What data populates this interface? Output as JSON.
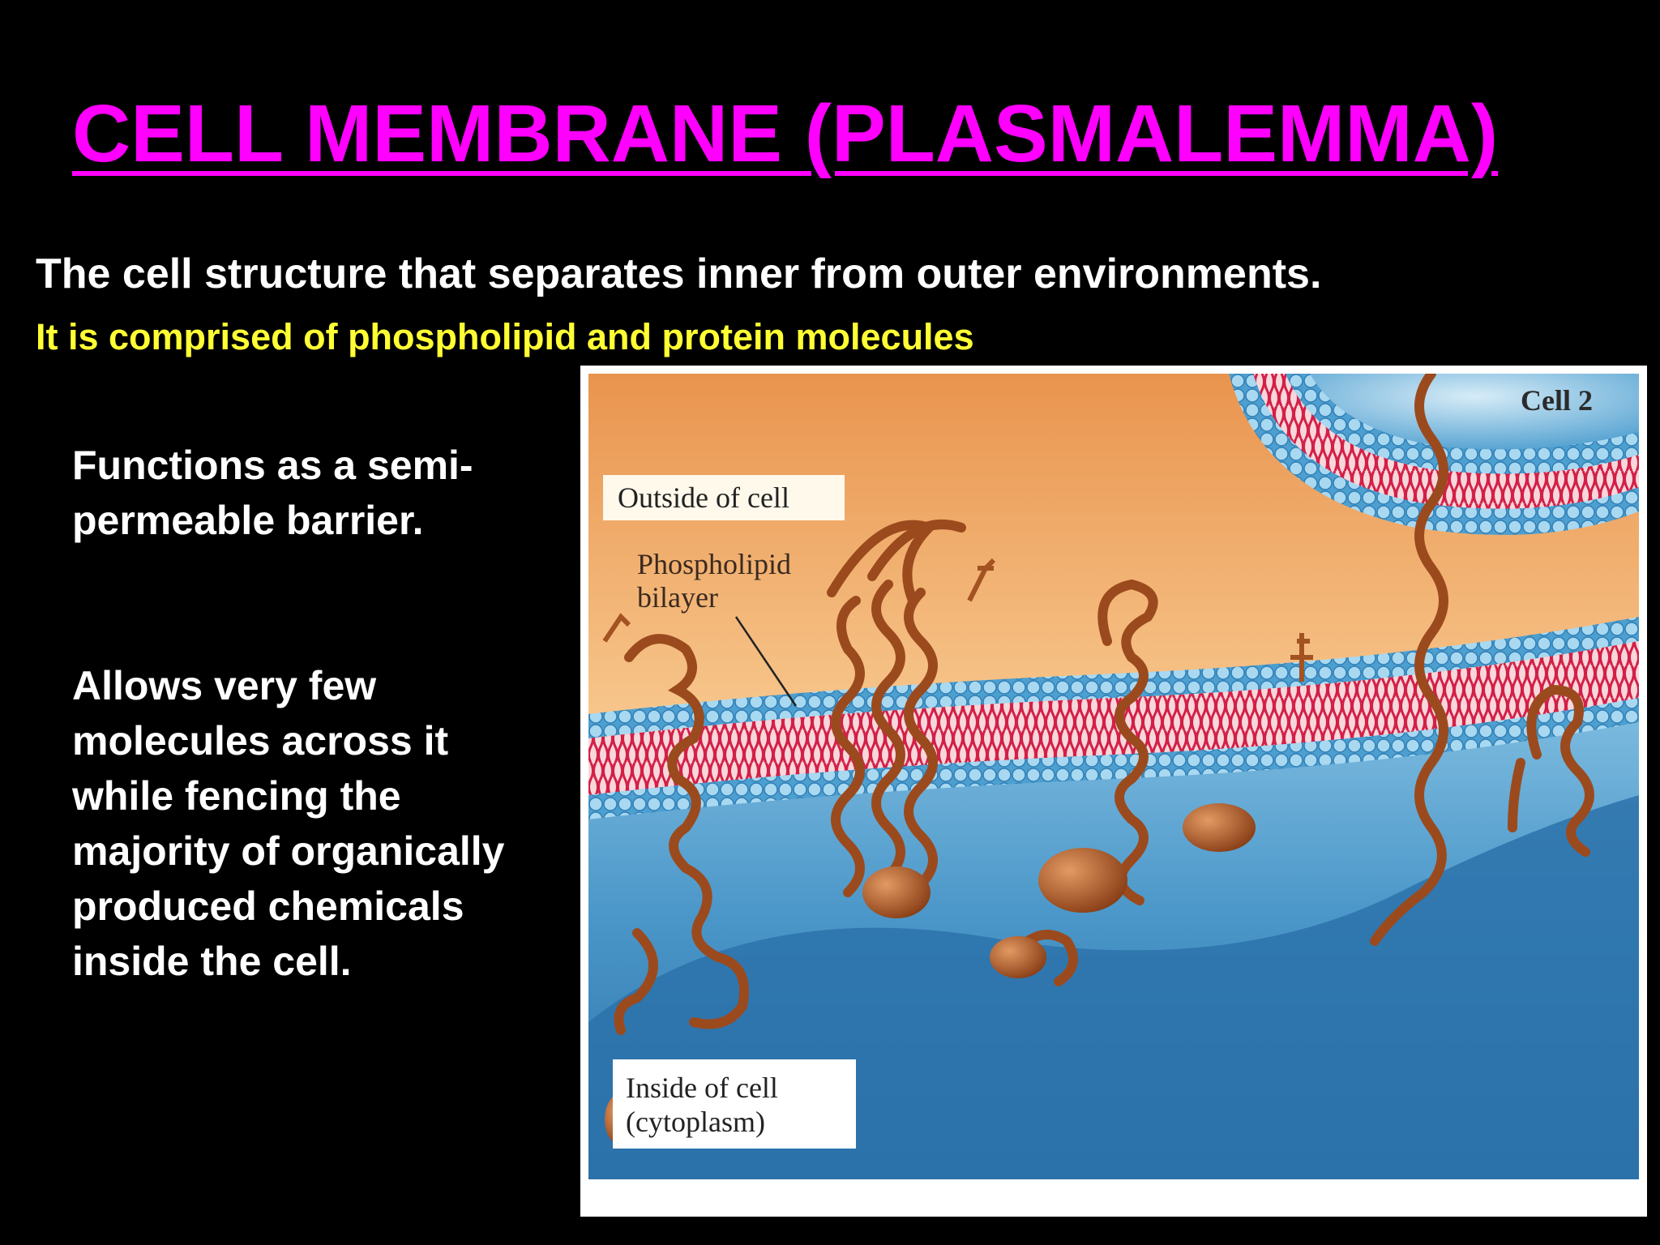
{
  "slide": {
    "title": "CELL MEMBRANE (PLASMALEMMA)",
    "subtitle": "The cell structure that  separates inner from outer environments.",
    "subtitle2": "It is comprised of phospholipid and protein molecules",
    "paragraph1": "Functions as a semi-permeable barrier.",
    "paragraph2": " Allows  very few molecules across it while fencing the majority of organically produced chemicals inside the cell."
  },
  "figure": {
    "label_outside": "Outside of cell",
    "label_bilayer_line1": "Phospholipid",
    "label_bilayer_line2": "bilayer",
    "label_inside_line1": "Inside of cell",
    "label_inside_line2": "(cytoplasm)",
    "label_cell2": "Cell 2"
  },
  "colors": {
    "title": "#ff00ff",
    "subtitle": "#ffffff",
    "subtitle2": "#ffff33",
    "background": "#000000",
    "outside_top": "#f0a060",
    "outside_bottom": "#fff2dd",
    "cytoplasm": "#3a86bd",
    "lipid_head": "#9fd2ee",
    "lipid_tail": "#e0284e",
    "protein": "#a35222"
  }
}
